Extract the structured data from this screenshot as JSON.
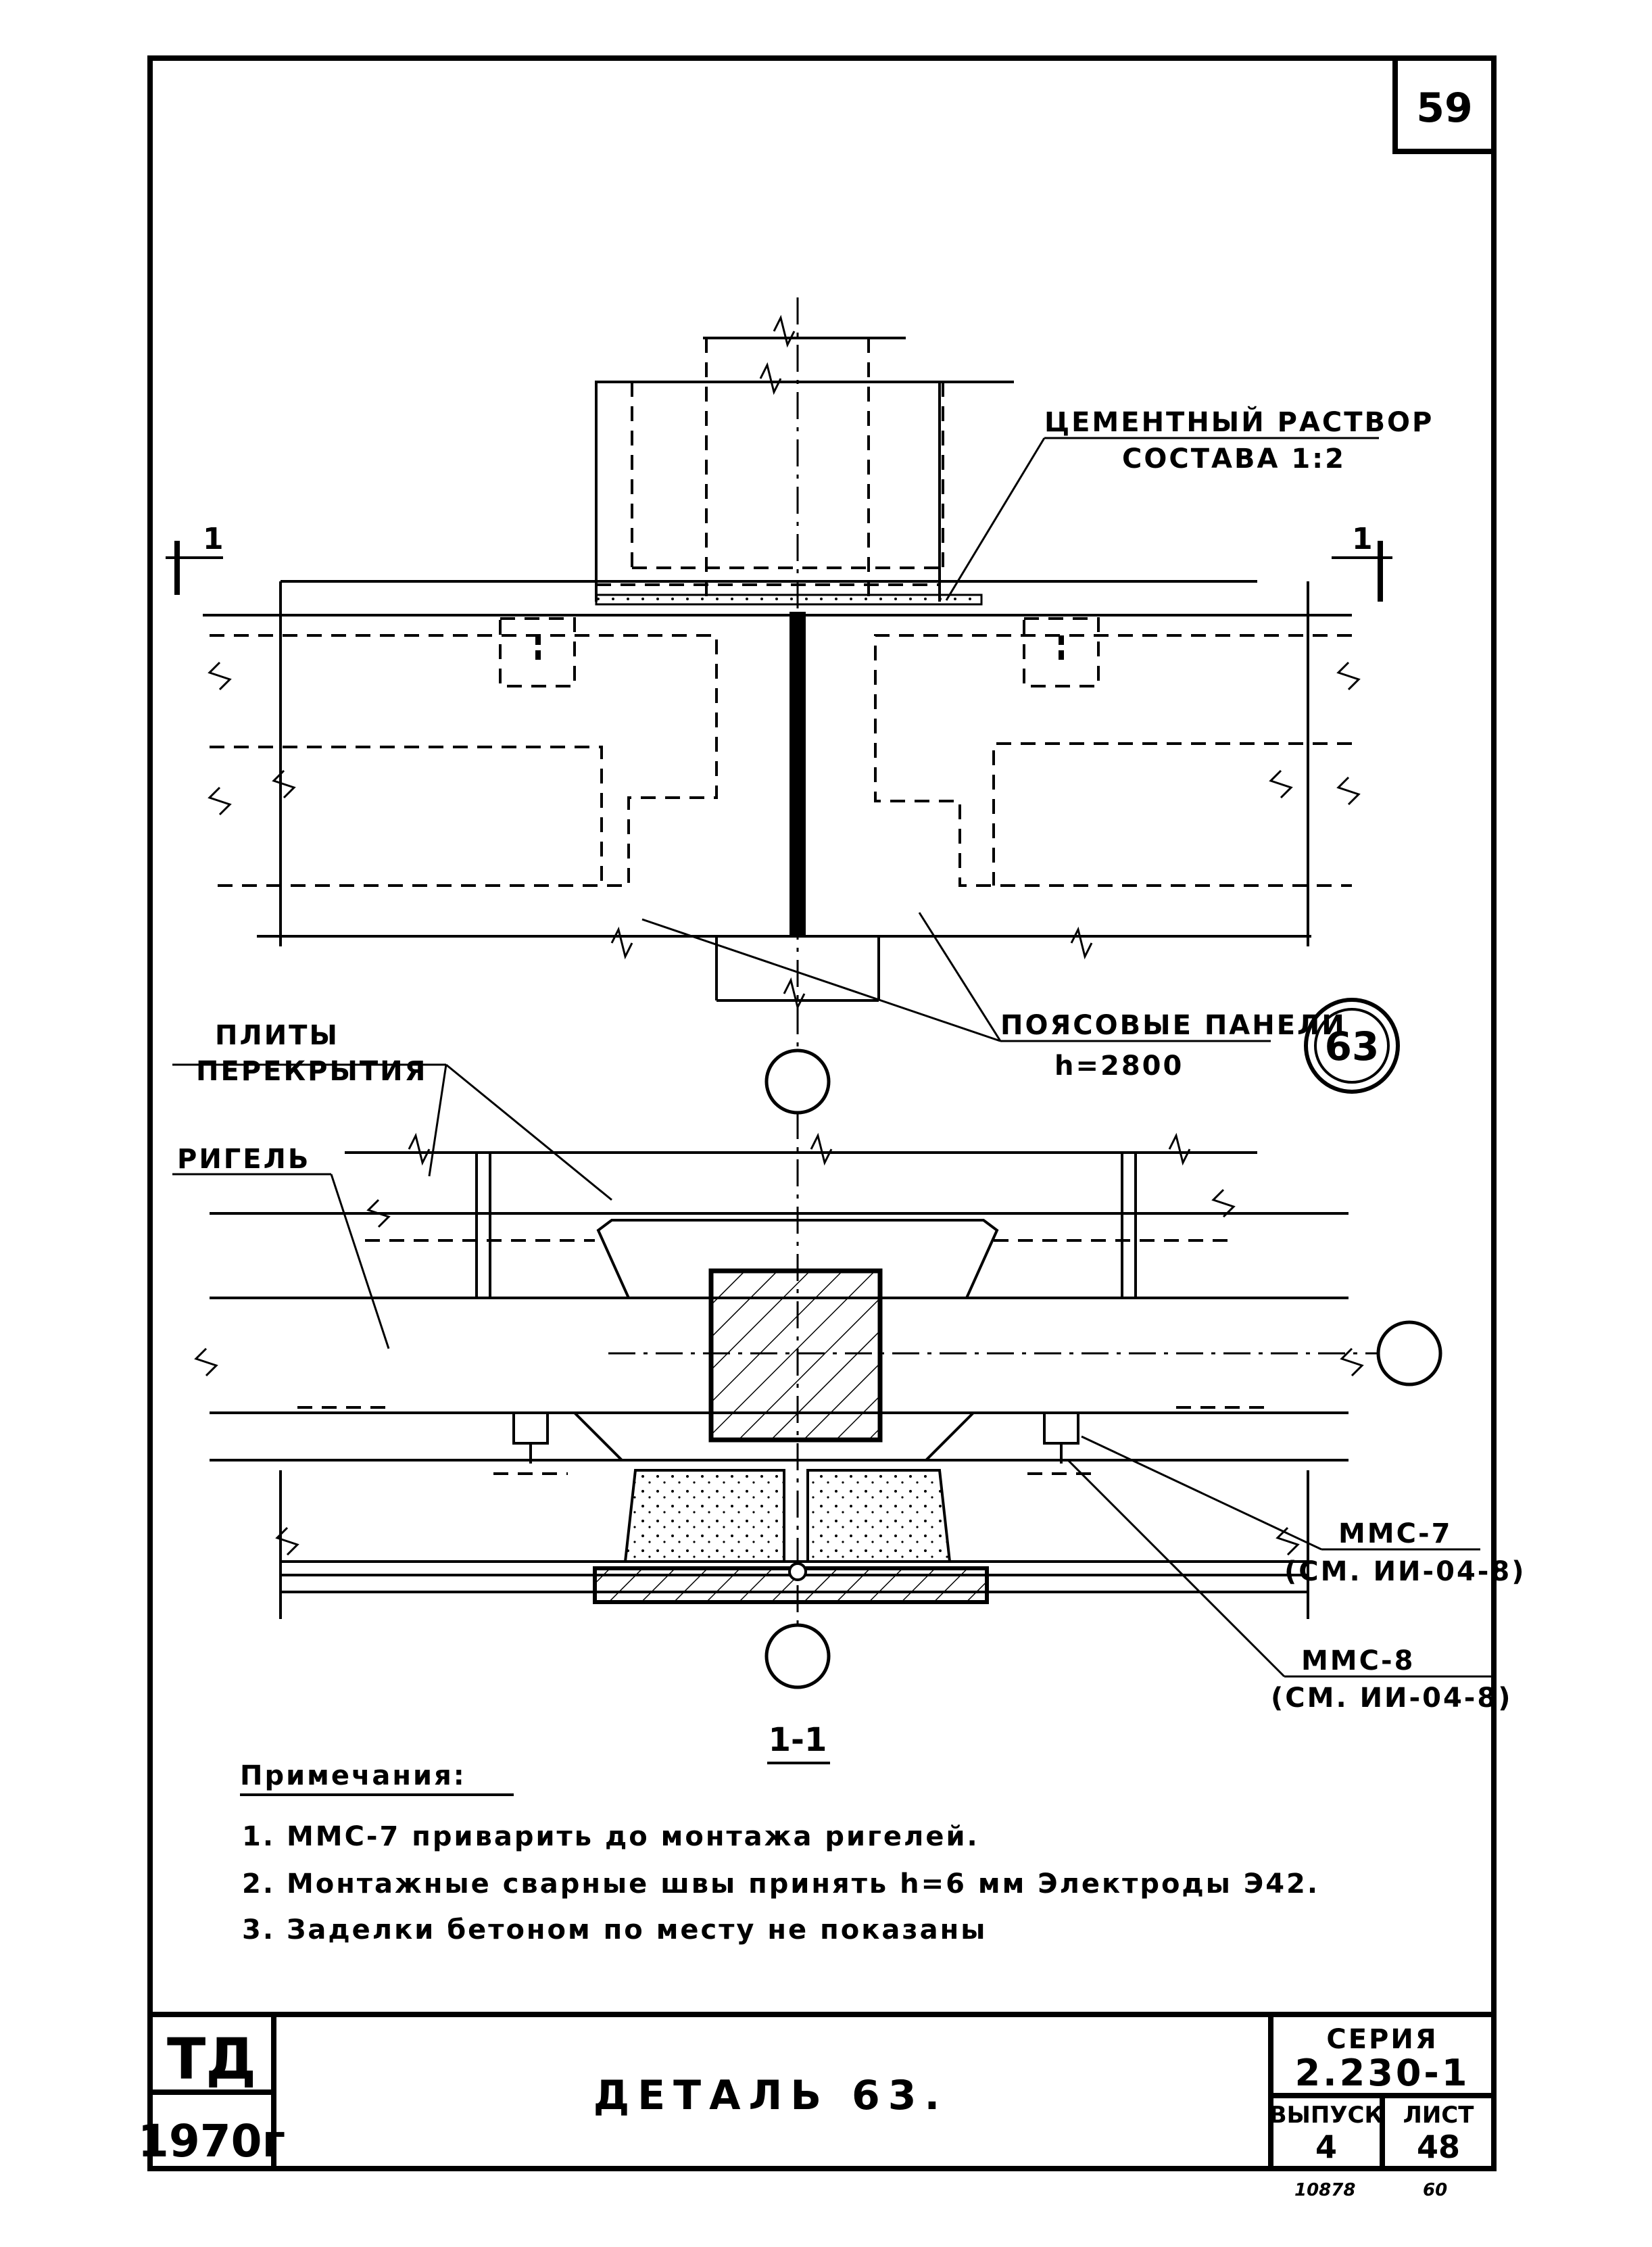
{
  "sheet": {
    "number": "59",
    "left_box": {
      "top": "ТД",
      "bottom": "1970г"
    },
    "title": "ДЕТАЛЬ 63.",
    "series_label": "СЕРИЯ",
    "series_value": "2.230-1",
    "issue_label": "ВЫПУСК",
    "issue_value": "4",
    "sheet_label": "ЛИСТ",
    "sheet_value": "48",
    "footer_left": "10878",
    "footer_right": "60"
  },
  "drawing": {
    "labels": {
      "cement_line1": "ЦЕМЕНТНЫЙ РАСТВОР",
      "cement_line2": "СОСТАВА 1:2",
      "panels_line1": "ПОЯСОВЫЕ ПАНЕЛИ",
      "panels_line2": "h=2800",
      "detail_number": "63",
      "slabs_line1": "ПЛИТЫ",
      "slabs_line2": "ПЕРЕКРЫТИЯ",
      "girder": "РИГЕЛЬ",
      "mms7_line1": "ММС-7",
      "mms7_line2": "(СМ. ИИ-04-8)",
      "mms8_line1": "ММС-8",
      "mms8_line2": "(СМ. ИИ-04-8)",
      "section_mark": "1",
      "section_title": "1-1"
    }
  },
  "notes": {
    "heading": "Примечания:",
    "items": [
      "1. ММС-7 приварить до монтажа ригелей.",
      "2. Монтажные сварные швы принять h=6 мм Электроды Э42.",
      "3. Заделки бетоном по месту не показаны"
    ]
  }
}
